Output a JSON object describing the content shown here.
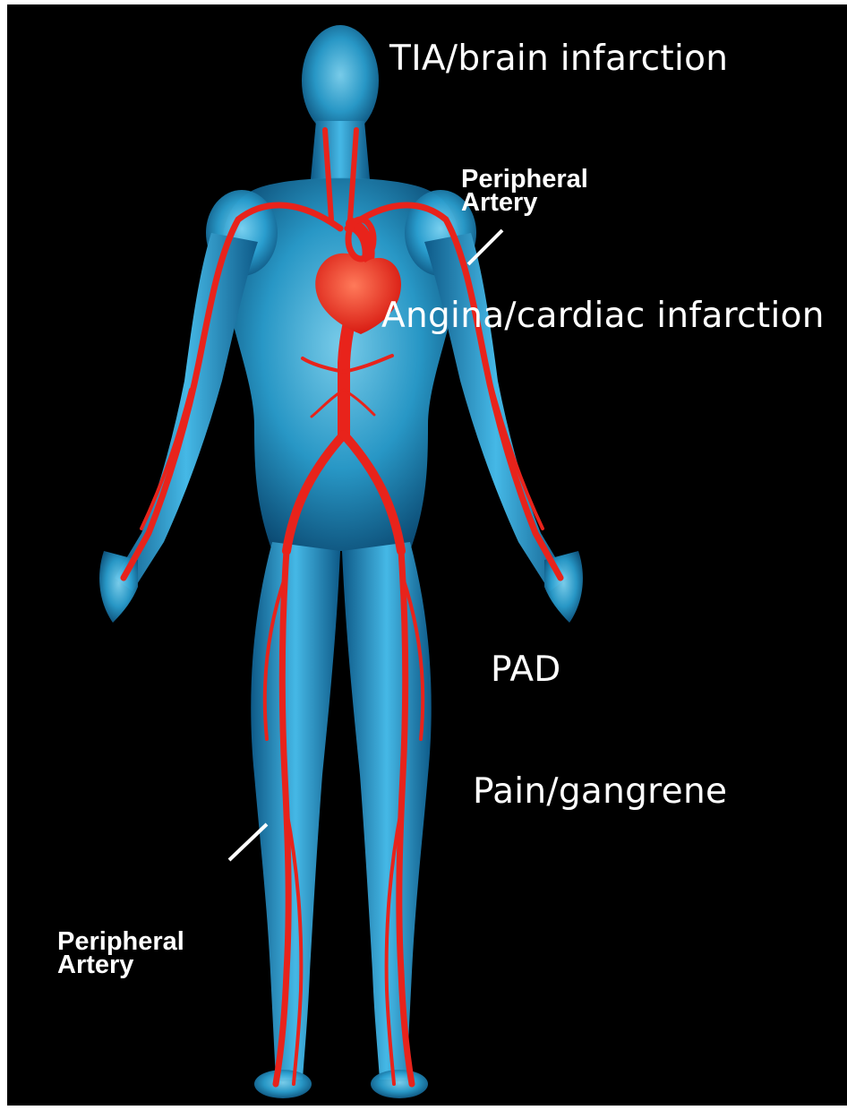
{
  "labels": {
    "tia": "TIA/brain infarction",
    "angina": "Angina/cardiac infarction",
    "pad": "PAD",
    "pain": "Pain/gangrene",
    "peripheral_artery_top": [
      "Peripheral",
      "Artery"
    ],
    "peripheral_artery_bottom": [
      "Peripheral",
      "Artery"
    ]
  },
  "colors": {
    "background": "#000000",
    "body": "#2a9fd0",
    "body_highlight": "#7fd6f5",
    "artery": "#e8231b",
    "text": "#ffffff"
  },
  "icons": [
    "human-body-figure",
    "heart-icon",
    "artery-network"
  ]
}
